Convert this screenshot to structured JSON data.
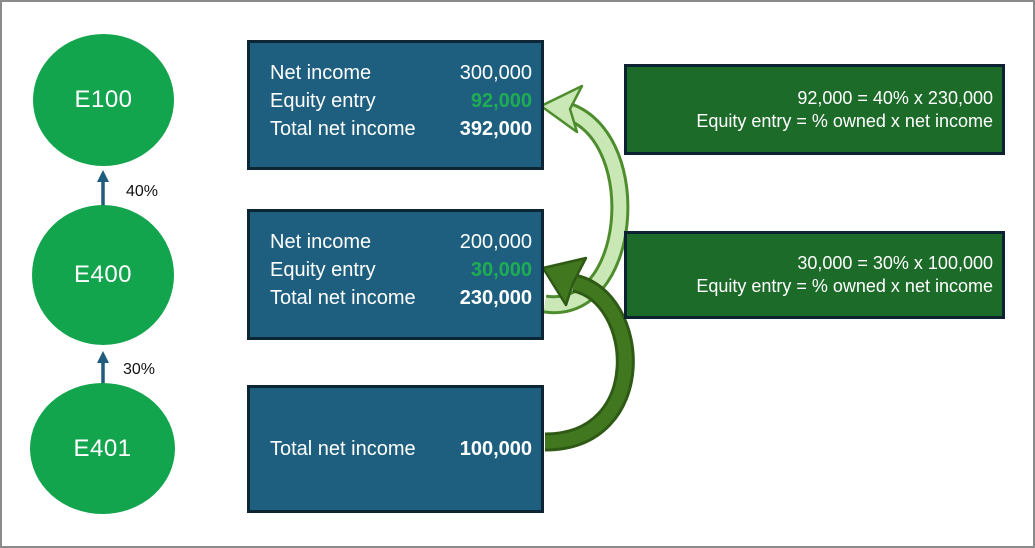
{
  "diagram": {
    "entities": [
      {
        "label": "E100"
      },
      {
        "label": "E400"
      },
      {
        "label": "E401"
      }
    ],
    "ownership_links": [
      {
        "from": "E400",
        "to": "E100",
        "percent": "40%"
      },
      {
        "from": "E401",
        "to": "E400",
        "percent": "30%"
      }
    ],
    "income_boxes": {
      "e100": {
        "rows": [
          {
            "label": "Net income",
            "value": "300,000"
          },
          {
            "label": "Equity entry",
            "value": "92,000"
          },
          {
            "label": "Total net income",
            "value": "392,000"
          }
        ]
      },
      "e400": {
        "rows": [
          {
            "label": "Net income",
            "value": "200,000"
          },
          {
            "label": "Equity entry",
            "value": "30,000"
          },
          {
            "label": "Total net income",
            "value": "230,000"
          }
        ]
      },
      "e401": {
        "rows": [
          {
            "label": "Total net income",
            "value": "100,000"
          }
        ]
      }
    },
    "callouts": [
      {
        "formula": "92,000 = 40% x 230,000",
        "rule": "Equity entry = % owned x net income"
      },
      {
        "formula": "30,000 = 30% x 100,000",
        "rule": "Equity entry = % owned x net income"
      }
    ],
    "colors": {
      "entity_green": "#13a44e",
      "income_box_blue": "#1e5f7f",
      "box_border_navy": "#0d2636",
      "equity_value_green": "#1fad53",
      "callout_green": "#1c6b29",
      "connector_blue": "#1f5c7e",
      "arrow_light_fill": "#c9e8b5",
      "arrow_light_stroke": "#4e8d2d",
      "arrow_dark_fill": "#41781f",
      "arrow_dark_stroke": "#2e5a15",
      "frame_gray": "#8a8a8a"
    }
  }
}
